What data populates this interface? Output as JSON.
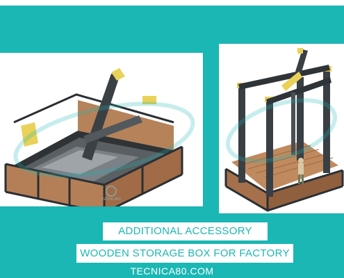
{
  "images": {
    "left": {
      "logo_text": "TECNICA80"
    },
    "right": {}
  },
  "captions": {
    "line1": "ADDITIONAL ACCESSORY",
    "line2": "WOODEN STORAGE BOX FOR FACTORY"
  },
  "footer": {
    "website": "TECNICA80.COM"
  },
  "colors": {
    "background": "#1bb7b4",
    "caption_bg": "#ffffff",
    "caption_text": "#1bb7b4",
    "wood": "#b07a52",
    "steel": "#3a3f44",
    "accent_yellow": "#e9d15a"
  }
}
